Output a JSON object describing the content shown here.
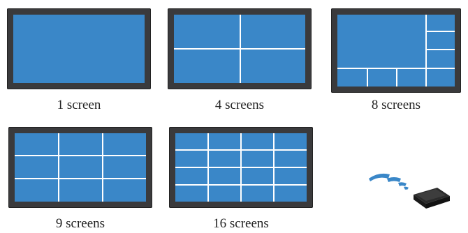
{
  "layouts": [
    {
      "label": "1 screen",
      "grid": "single"
    },
    {
      "label": "4 screens",
      "grid": "2x2"
    },
    {
      "label": "8 screens",
      "grid": "1 large + 3 side + 4 bottom"
    },
    {
      "label": "9 screens",
      "grid": "3x3"
    },
    {
      "label": "16 screens",
      "grid": "4x4"
    }
  ],
  "colors": {
    "screen": "#3a87c8",
    "bezel": "#3a3a3c",
    "divider": "#ffffff",
    "remote_signal": "#3a87c8"
  },
  "icons": [
    "monitor-icon",
    "remote-control-icon"
  ]
}
